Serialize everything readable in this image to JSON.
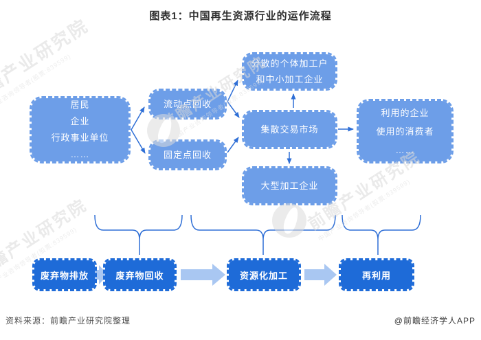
{
  "title": "图表1：中国再生资源行业的运作流程",
  "flow": {
    "source": {
      "lines": [
        "居民",
        "企业",
        "行政事业单位",
        "……"
      ]
    },
    "mobile": {
      "label": "流动点回收"
    },
    "fixed": {
      "label": "固定点回收"
    },
    "scattered": {
      "lines": [
        "分散的个体加工户",
        "和中小加工企业"
      ]
    },
    "market": {
      "label": "集散交易市场"
    },
    "large": {
      "label": "大型加工企业"
    },
    "users": {
      "lines": [
        "利用的企业",
        "使用的消费者",
        "……"
      ]
    }
  },
  "stages": [
    {
      "label": "废弃物排放"
    },
    {
      "label": "废弃物回收"
    },
    {
      "label": "资源化加工"
    },
    {
      "label": "再利用"
    }
  ],
  "footer": {
    "source": "资料来源：前瞻产业研究院整理",
    "credit": "@前瞻经济学人APP"
  },
  "watermark": {
    "brand": "前瞻产业研究院",
    "sub": "中国产业咨询领导者(股票:839599)"
  },
  "colors": {
    "box_fill": "#6d9ee8",
    "dark_box_fill": "#1e6bd8",
    "arrow_line": "#2f6fd6",
    "block_arrow": "#a9c7f2",
    "title_text": "#303030",
    "footer_text": "#4d4d4d",
    "watermark_gray": "#d9d9d9"
  }
}
